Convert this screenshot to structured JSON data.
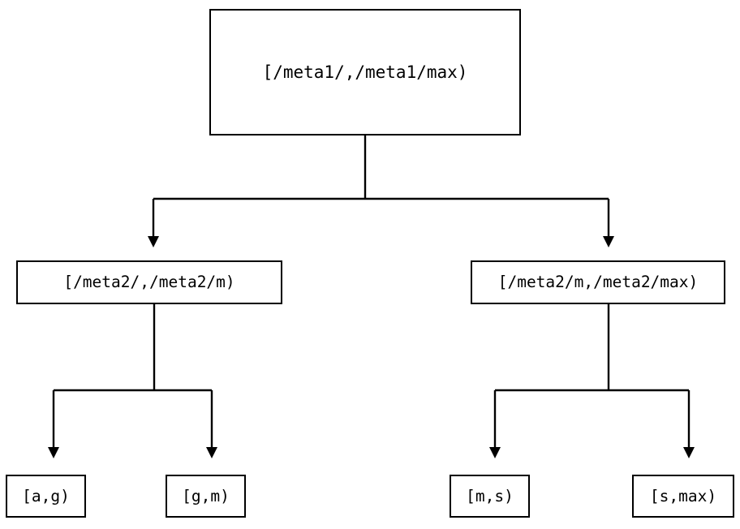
{
  "diagram": {
    "type": "tree",
    "title": "",
    "orientation": "top-down",
    "levels": 3,
    "colors": {
      "background": "#ffffff",
      "stroke": "#000000",
      "text": "#000000",
      "node_fill": "#ffffff"
    },
    "nodes": {
      "root": {
        "id": "root",
        "label": "[/meta1/,/meta1/max)",
        "level": 0
      },
      "mid_left": {
        "id": "mid-left",
        "label": "[/meta2/,/meta2/m)",
        "level": 1
      },
      "mid_right": {
        "id": "mid-right",
        "label": "[/meta2/m,/meta2/max)",
        "level": 1
      },
      "leaves": [
        {
          "id": "leaf-0",
          "label": "[a,g)",
          "level": 2,
          "parent": "mid-left"
        },
        {
          "id": "leaf-1",
          "label": "[g,m)",
          "level": 2,
          "parent": "mid-left"
        },
        {
          "id": "leaf-2",
          "label": "[m,s)",
          "level": 2,
          "parent": "mid-right"
        },
        {
          "id": "leaf-3",
          "label": "[s,max)",
          "level": 2,
          "parent": "mid-right"
        }
      ]
    },
    "edges": [
      {
        "from": "root",
        "to": "mid-left",
        "arrow": "down"
      },
      {
        "from": "root",
        "to": "mid-right",
        "arrow": "down"
      },
      {
        "from": "mid-left",
        "to": "leaf-0",
        "arrow": "down"
      },
      {
        "from": "mid-left",
        "to": "leaf-1",
        "arrow": "down"
      },
      {
        "from": "mid-right",
        "to": "leaf-2",
        "arrow": "down"
      },
      {
        "from": "mid-right",
        "to": "leaf-3",
        "arrow": "down"
      }
    ]
  }
}
